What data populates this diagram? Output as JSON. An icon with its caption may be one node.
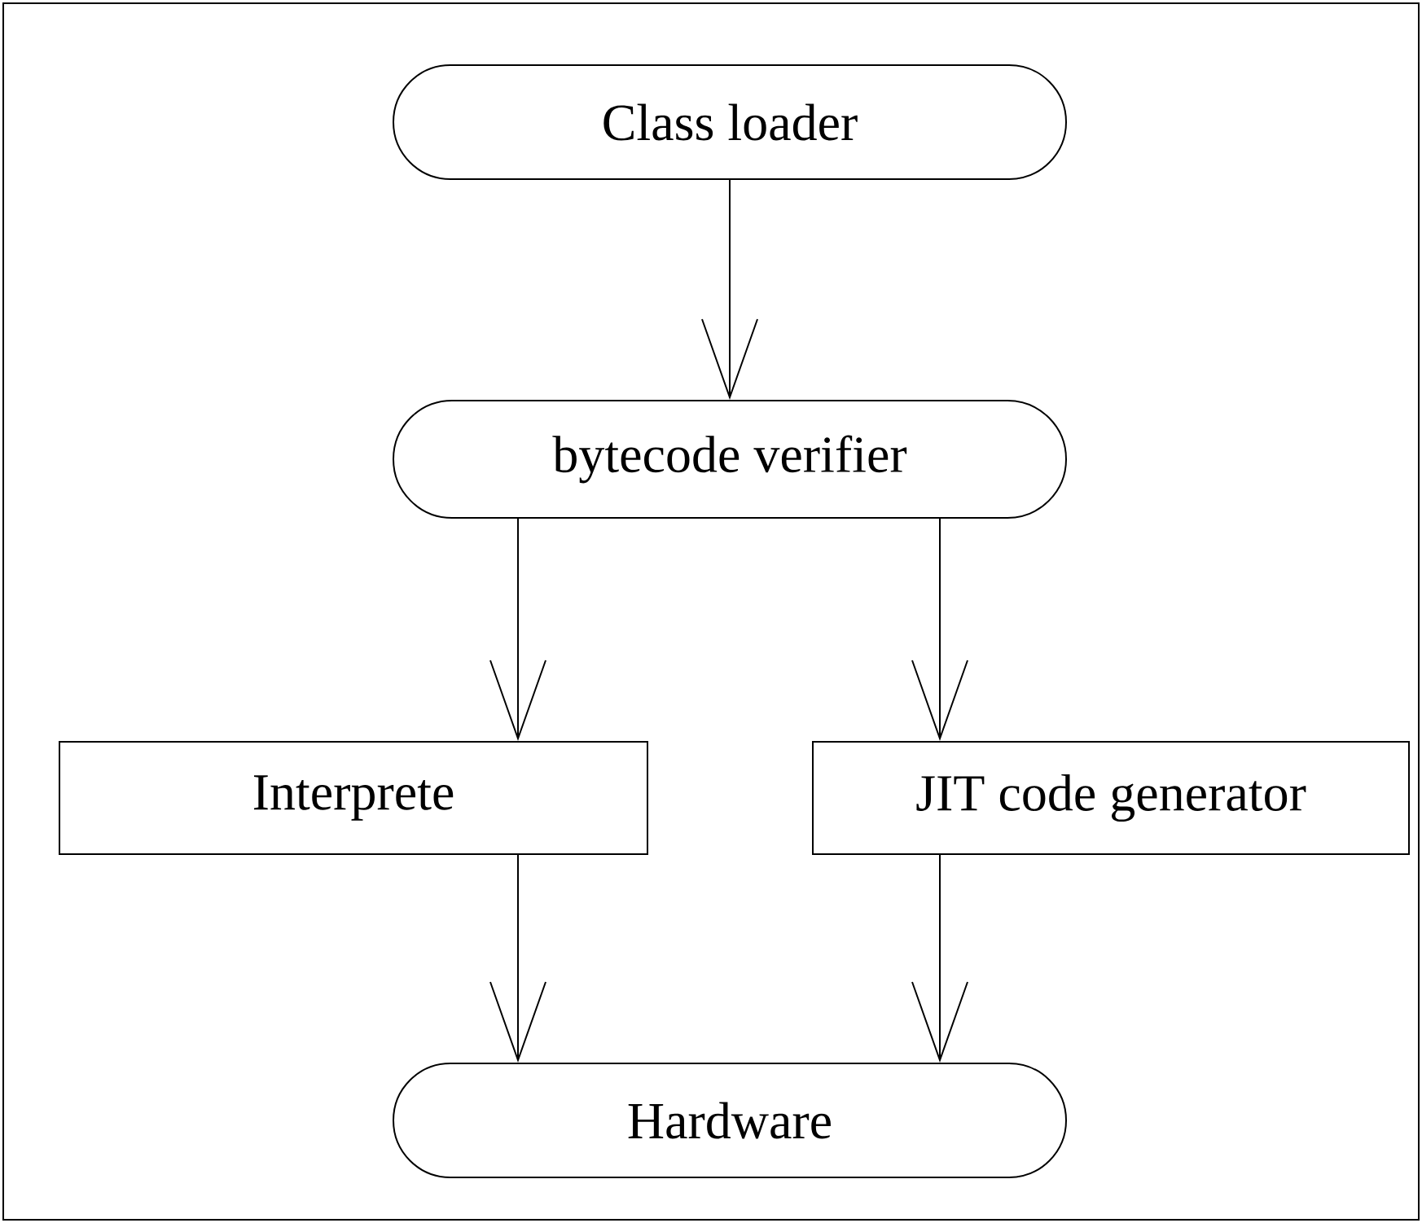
{
  "diagram": {
    "nodes": [
      {
        "text": [
          "Class loader"
        ]
      },
      {
        "text": [
          "bytecode verifier"
        ]
      },
      {
        "text": [
          "Interprete"
        ]
      },
      {
        "text": [
          "JIT code generator"
        ]
      },
      {
        "text": [
          "Hardware"
        ]
      }
    ],
    "edges": [
      {
        "from": 0,
        "to": 1,
        "arrow": "to"
      },
      {
        "from": 1,
        "to": 2,
        "arrow": "to"
      },
      {
        "from": 1,
        "to": 3,
        "arrow": "to"
      },
      {
        "from": 2,
        "to": 4,
        "arrow": "to"
      },
      {
        "from": 3,
        "to": 4,
        "arrow": "to"
      }
    ]
  }
}
